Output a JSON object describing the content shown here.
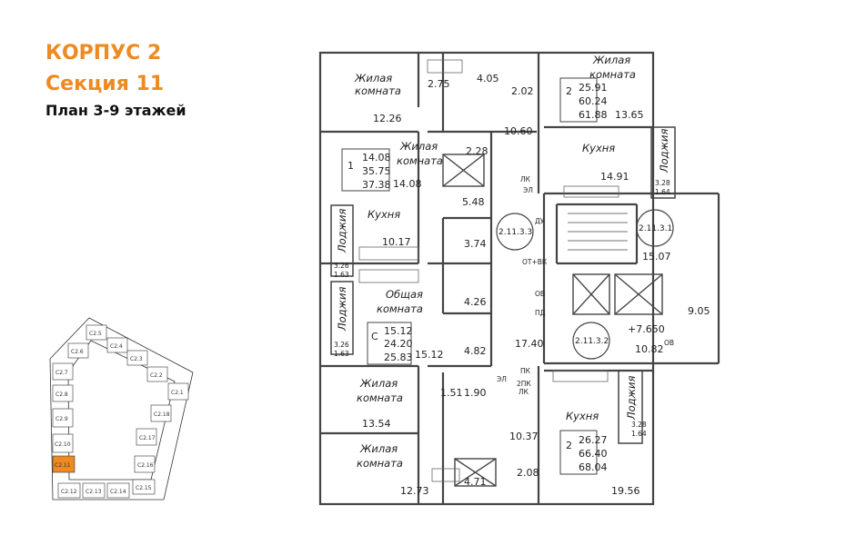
{
  "header": {
    "building": "КОРПУС 2",
    "section": "Секция 11",
    "plan": "План 3-9 этажей"
  },
  "rooms": {
    "living": "Жилая\nкомната",
    "kitchen": "Кухня",
    "common": "Общая\nкомната",
    "loggia": "Лоджия"
  },
  "areas": {
    "a1": "12.26",
    "a2": "2.75",
    "a3": "4.05",
    "a4": "2.02",
    "a5": "13.65",
    "a6": "10.60",
    "a7": "2.28",
    "a8": "14.08",
    "a9": "14.91",
    "a10": "5.48",
    "a11": "10.17",
    "a12": "3.74",
    "a13": "15.07",
    "a14": "4.26",
    "a15": "9.05",
    "a16": "15.12",
    "a17": "4.82",
    "a18": "17.40",
    "a19": "10.82",
    "a20": "1.51",
    "a21": "1.90",
    "a22": "13.54",
    "a23": "10.37",
    "a24": "12.73",
    "a25": "4.71",
    "a26": "2.08",
    "a27": "19.56"
  },
  "loggias": {
    "l1": "3.28\n1.64",
    "l2": "3.26\n1.63",
    "l3": "3.26\n1.63",
    "l4": "3.28\n1.64"
  },
  "apartments": {
    "ap1": {
      "rooms": "2",
      "v1": "25.91",
      "v2": "60.24",
      "v3": "61.88"
    },
    "ap2": {
      "rooms": "1",
      "v1": "14.08",
      "v2": "35.75",
      "v3": "37.38"
    },
    "ap3": {
      "rooms": "С",
      "v1": "15.12",
      "v2": "24.20",
      "v3": "25.83"
    },
    "ap4": {
      "rooms": "2",
      "v1": "26.27",
      "v2": "66.40",
      "v3": "68.04"
    }
  },
  "codes": {
    "c1": "2.11.3.3",
    "c2": "2.11.3.1",
    "c3": "2.11.3.2"
  },
  "level": "+7.650",
  "tech": {
    "lk": "ЛК",
    "el": "ЭЛ",
    "du": "ДУ",
    "otvk": "ОТ+ВК",
    "ov": "ОВ",
    "pd": "ПД",
    "ov2": "ОВ",
    "pk": "ПК",
    "el2": "ЭЛ",
    "pklk": "2ПК\nЛК"
  },
  "keyplan": {
    "sections": [
      "С2.1",
      "С2.2",
      "С2.3",
      "С2.4",
      "С2.5",
      "С2.6",
      "С2.7",
      "С2.8",
      "С2.9",
      "С2.10",
      "С2.11",
      "С2.12",
      "С2.13",
      "С2.14",
      "С2.15",
      "С2.16",
      "С2.17",
      "С2.18"
    ],
    "highlight": "С2.11",
    "highlight_color": "#ee8a22"
  },
  "colors": {
    "accent": "#ee8a22",
    "wall": "#555555"
  }
}
